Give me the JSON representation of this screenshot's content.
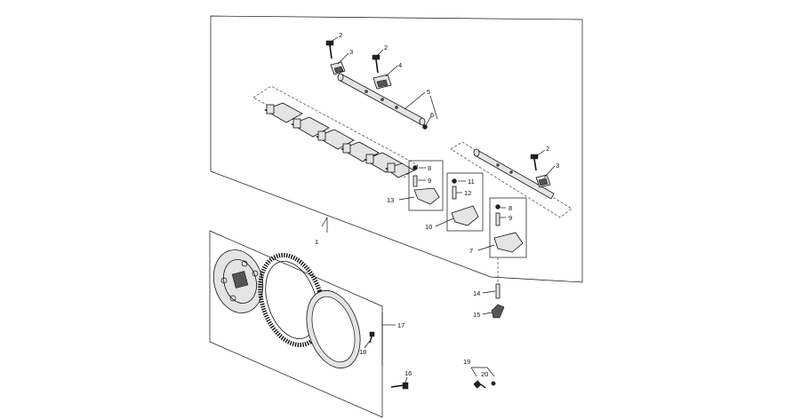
{
  "callouts": {
    "c1": "1",
    "c2a": "2",
    "c3a": "3",
    "c2b": "2",
    "c4": "4",
    "c5": "5",
    "c6": "6",
    "c2c": "2",
    "c3b": "3",
    "c8a": "8",
    "c9a": "9",
    "c13": "13",
    "c11": "11",
    "c12": "12",
    "c10": "10",
    "c8b": "8",
    "c9b": "9",
    "c7": "7",
    "c14": "14",
    "c15": "15",
    "c17": "17",
    "c18": "18",
    "c16": "16",
    "c19": "19",
    "c20": "20"
  }
}
